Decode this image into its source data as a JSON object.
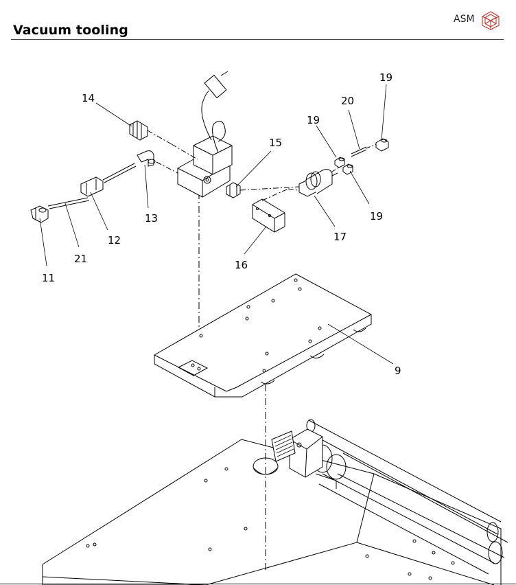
{
  "header": {
    "title": "Vacuum tooling",
    "brand": "ASM"
  },
  "callouts": {
    "c9": "9",
    "c11": "11",
    "c12": "12",
    "c13": "13",
    "c14": "14",
    "c15": "15",
    "c16": "16",
    "c17": "17",
    "c19a": "19",
    "c19b": "19",
    "c19c": "19",
    "c20": "20",
    "c21": "21"
  },
  "colors": {
    "brand_logo": "#c0392b",
    "line": "#000000"
  }
}
